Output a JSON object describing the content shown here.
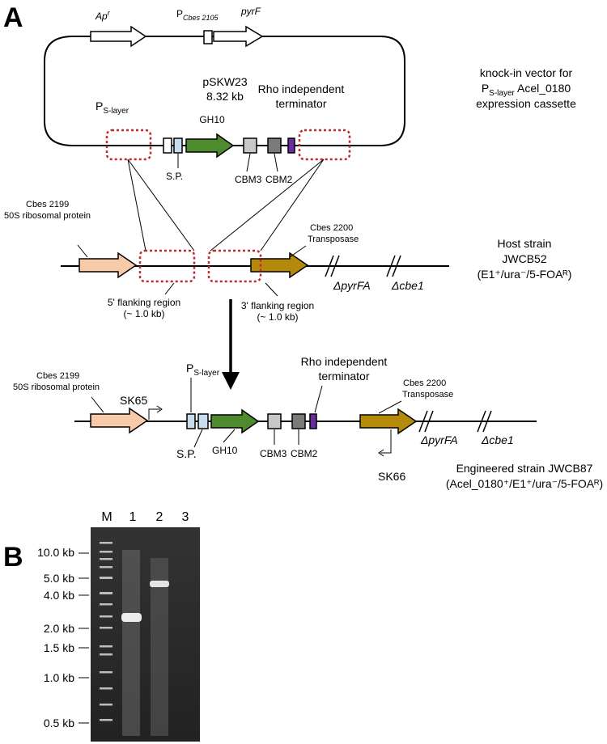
{
  "panel_a": {
    "label": "A",
    "plasmid": {
      "ap_label": "Ap",
      "ap_sup": "r",
      "promoter_p": "P",
      "promoter_sub": "Cbes 2105",
      "pyrf_label": "pyrF",
      "name": "pSKW23",
      "size": "8.32 kb",
      "pslayer_p": "P",
      "pslayer_sub": "S-layer",
      "gh10": "GH10",
      "rho_line1": "Rho independent",
      "rho_line2": "terminator",
      "sp": "S.P.",
      "cbm3": "CBM3",
      "cbm2": "CBM2"
    },
    "vector_desc": {
      "line1": "knock-in vector for",
      "line2_p": "P",
      "line2_sub": "S-layer",
      "line2_rest": " Acel_0180",
      "line3": "expression cassette"
    },
    "host": {
      "cbes2199_line1": "Cbes 2199",
      "cbes2199_line2": "50S ribosomal protein",
      "cbes2200_line1": "Cbes 2200",
      "cbes2200_line2": "Transposase",
      "dpyrfa": "ΔpyrFA",
      "dcbe1": "Δcbe1",
      "strain_line1": "Host strain",
      "strain_line2": "JWCB52",
      "genotype": "(E1⁺/ura⁻/5-FOAᴿ)",
      "flank5_line1": "5' flanking region",
      "flank5_line2": "(~ 1.0 kb)",
      "flank3_line1": "3' flanking region",
      "flank3_line2": "(~ 1.0 kb)"
    },
    "engineered": {
      "cbes2199_line1": "Cbes 2199",
      "cbes2199_line2": "50S ribosomal protein",
      "sk65": "SK65",
      "pslayer_p": "P",
      "pslayer_sub": "S-layer",
      "rho_line1": "Rho independent",
      "rho_line2": "terminator",
      "cbes2200_line1": "Cbes 2200",
      "cbes2200_line2": "Transposase",
      "dpyrfa": "ΔpyrFA",
      "dcbe1": "Δcbe1",
      "sp": "S.P.",
      "gh10": "GH10",
      "cbm3": "CBM3",
      "cbm2": "CBM2",
      "sk66": "SK66",
      "strain_line1": "Engineered strain JWCB87",
      "genotype": "(Acel_0180⁺/E1⁺/ura⁻/5-FOAᴿ)"
    }
  },
  "panel_b": {
    "label": "B",
    "lanes": [
      "M",
      "1",
      "2",
      "3"
    ],
    "ladder": [
      "10.0 kb",
      "5.0 kb",
      "4.0 kb",
      "2.0 kb",
      "1.5 kb",
      "1.0 kb",
      "0.5 kb"
    ]
  },
  "colors": {
    "gh10_green": "#4e8a2e",
    "peach": "#f7caa9",
    "gold": "#b58a0a",
    "purple": "#6a2c9c",
    "sp_blue": "#c6dcef",
    "cbm3_gray": "#c8c8c8",
    "cbm2_gray": "#7a7a7a",
    "flank_red": "#c0282b",
    "gel_bg": "#2a2a2a"
  }
}
